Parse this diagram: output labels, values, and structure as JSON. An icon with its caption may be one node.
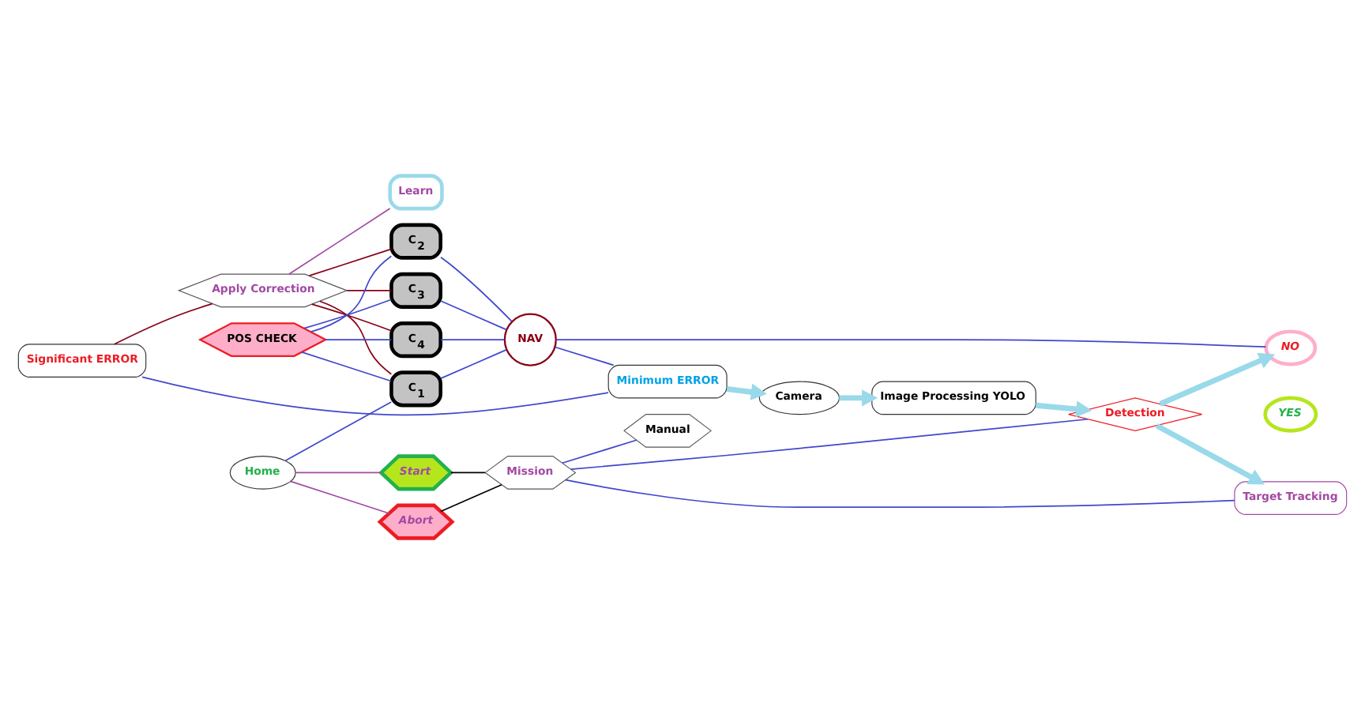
{
  "diagram": {
    "nodes": [
      {
        "text": [
          "Significant ERROR"
        ]
      },
      {
        "text": [
          "Apply Correction"
        ]
      },
      {
        "text": [
          "Learn"
        ]
      },
      {
        "text": [
          "Home"
        ]
      },
      {
        "text": [
          "Start"
        ]
      },
      {
        "text": [
          "Abort"
        ]
      },
      {
        "text": [
          "POS CHECK"
        ]
      },
      {
        "text": [
          "C$_{1}$"
        ]
      },
      {
        "text": [
          "C$_{2}$"
        ]
      },
      {
        "text": [
          "C$_{3}$"
        ]
      },
      {
        "text": [
          "C$_{4}$"
        ]
      },
      {
        "text": [
          "Mission"
        ]
      },
      {
        "text": [
          "Manual"
        ]
      },
      {
        "text": [
          "NAV"
        ]
      },
      {
        "text": [
          "NO"
        ]
      },
      {
        "text": [
          "Detection"
        ]
      },
      {
        "text": [
          "YES"
        ]
      },
      {
        "text": [
          "Target Tracking"
        ]
      },
      {
        "text": [
          "Minimum ERROR"
        ]
      },
      {
        "text": [
          "Camera"
        ]
      },
      {
        "text": [
          "Image Processing YOLO"
        ]
      }
    ],
    "edges": [
      {
        "from": 0,
        "to": 1,
        "arrow": "none",
        "color": "#880015"
      },
      {
        "from": 1,
        "to": 2,
        "arrow": "none",
        "color": "#a349a4"
      },
      {
        "from": 1,
        "to": 7,
        "arrow": "none",
        "color": "#880015"
      },
      {
        "from": 1,
        "to": 8,
        "arrow": "none",
        "color": "#880015"
      },
      {
        "from": 1,
        "to": 9,
        "arrow": "none",
        "color": "#880015"
      },
      {
        "from": 1,
        "to": 10,
        "arrow": "none",
        "color": "#880015"
      },
      {
        "from": 3,
        "to": 4,
        "arrow": "none",
        "color": "#a349a4"
      },
      {
        "from": 3,
        "to": 5,
        "arrow": "none",
        "color": "#a349a4"
      },
      {
        "from": 3,
        "to": 7,
        "arrow": "none"
      },
      {
        "from": 4,
        "to": 11,
        "arrow": "none",
        "color": "#000000"
      },
      {
        "from": 5,
        "to": 11,
        "arrow": "none",
        "color": "#000000"
      },
      {
        "from": 6,
        "to": 7,
        "arrow": "none"
      },
      {
        "from": 6,
        "to": 8,
        "arrow": "none"
      },
      {
        "from": 6,
        "to": 9,
        "arrow": "none"
      },
      {
        "from": 6,
        "to": 10,
        "arrow": "none"
      },
      {
        "from": 7,
        "to": 13,
        "arrow": "none"
      },
      {
        "from": 8,
        "to": 13,
        "arrow": "none"
      },
      {
        "from": 9,
        "to": 13,
        "arrow": "none"
      },
      {
        "from": 10,
        "to": 13,
        "arrow": "none"
      },
      {
        "from": 11,
        "to": 12,
        "arrow": "none"
      },
      {
        "from": 11,
        "to": 15,
        "arrow": "none"
      },
      {
        "from": 11,
        "to": 17,
        "arrow": "none"
      },
      {
        "from": 13,
        "to": 14,
        "arrow": "none"
      },
      {
        "from": 13,
        "to": 18,
        "arrow": "none"
      },
      {
        "from": 0,
        "to": 18,
        "arrow": "none"
      },
      {
        "from": 15,
        "to": 14,
        "arrow": "to",
        "style": "thick",
        "color": "#99d9ea"
      },
      {
        "from": 15,
        "to": 17,
        "arrow": "to",
        "style": "thick",
        "color": "#99d9ea"
      },
      {
        "from": 18,
        "to": 19,
        "arrow": "to",
        "style": "thick",
        "color": "#99d9ea"
      },
      {
        "from": 19,
        "to": 20,
        "arrow": "to",
        "style": "thick",
        "color": "#99d9ea"
      },
      {
        "from": 20,
        "to": 15,
        "arrow": "to",
        "style": "thick",
        "color": "#99d9ea"
      }
    ]
  }
}
